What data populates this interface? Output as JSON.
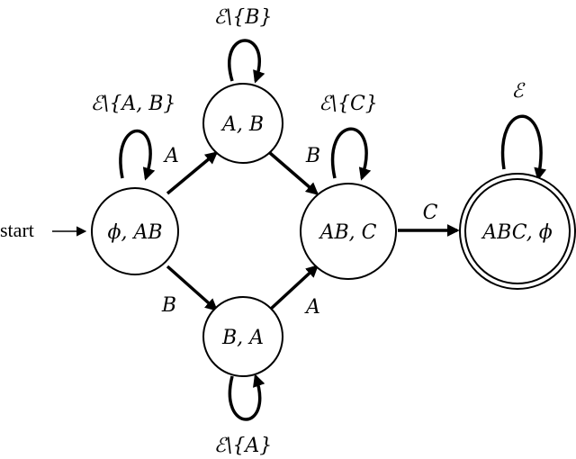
{
  "diagram": {
    "start_label": "start",
    "states": {
      "s0": "ϕ, AB",
      "s1": "A, B",
      "s2": "B, A",
      "s3": "AB, C",
      "s4": "ABC, ϕ"
    },
    "accepting_state": "s4",
    "self_loops": {
      "s1": "ℰ\\{B}",
      "s0": "ℰ\\{A, B}",
      "s3": "ℰ\\{C}",
      "s2": "ℰ\\{A}",
      "s4": "ℰ"
    },
    "transitions": [
      {
        "from": "s0",
        "to": "s1",
        "label": "A"
      },
      {
        "from": "s0",
        "to": "s2",
        "label": "B"
      },
      {
        "from": "s1",
        "to": "s3",
        "label": "B"
      },
      {
        "from": "s2",
        "to": "s3",
        "label": "A"
      },
      {
        "from": "s3",
        "to": "s4",
        "label": "C"
      }
    ]
  }
}
